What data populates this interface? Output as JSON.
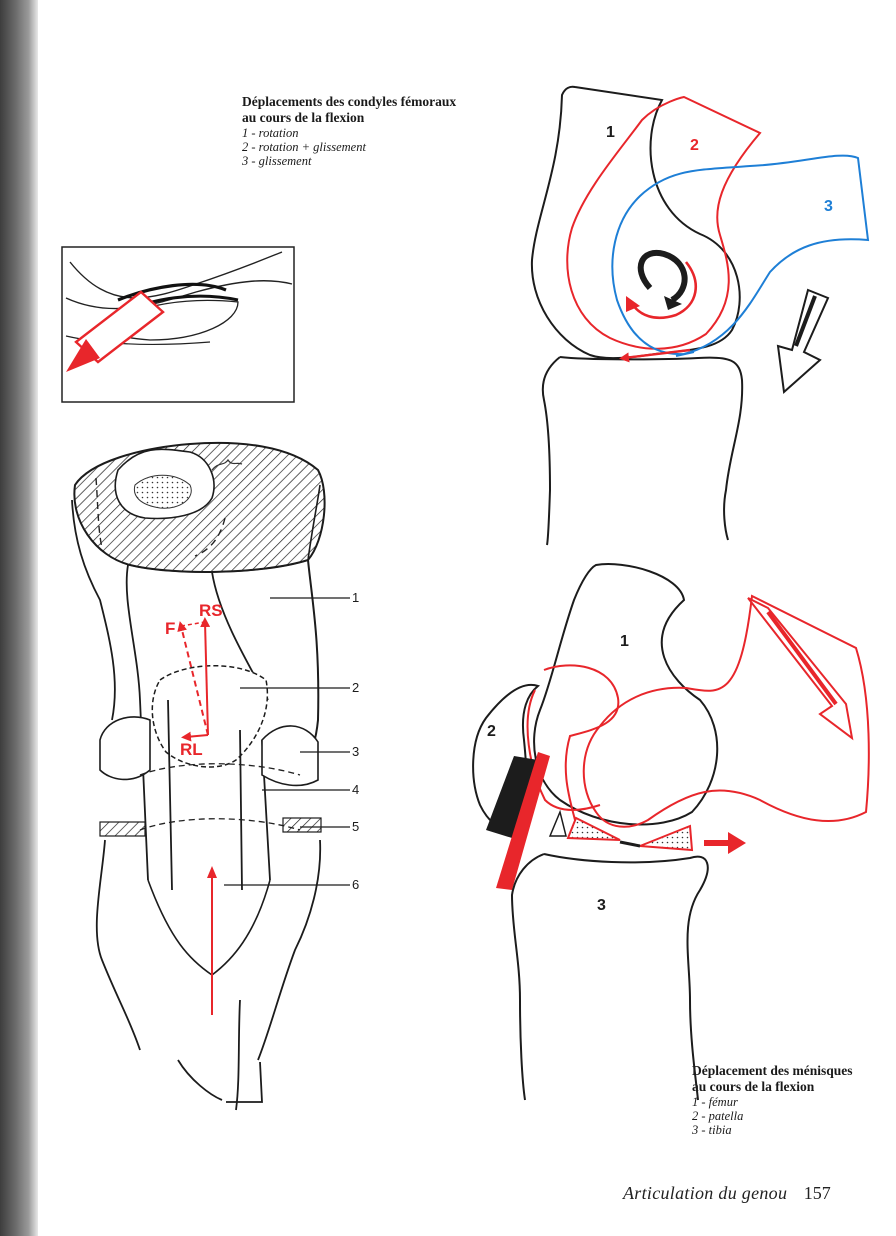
{
  "top_caption": {
    "title_line1": "Déplacements des condyles fémoraux",
    "title_line2": "au cours de la flexion",
    "items": [
      "1 - rotation",
      "2 - rotation + glissement",
      "3 - glissement"
    ]
  },
  "bottom_caption": {
    "title_line1": "Déplacement des ménisques",
    "title_line2": "au cours de la flexion",
    "items": [
      "1 - fémur",
      "2 - patella",
      "3 - tibia"
    ]
  },
  "footer": {
    "running_head": "Articulation du genou",
    "page_number": "157"
  },
  "condyle_figure": {
    "labels": [
      "1",
      "2",
      "3"
    ]
  },
  "anterior_view": {
    "force_labels": [
      "F",
      "RS",
      "RL"
    ],
    "callouts": [
      "1",
      "2",
      "3",
      "4",
      "5",
      "6"
    ]
  },
  "meniscus_figure": {
    "labels": [
      "1",
      "2",
      "3"
    ]
  },
  "colors": {
    "ink": "#1c1c1c",
    "red": "#e8262b",
    "blue": "#1e7fd6",
    "page": "#ffffff"
  },
  "icons": [
    "rotation-arrow-icon",
    "flexion-arrow-icon",
    "glide-arrow-icon"
  ]
}
